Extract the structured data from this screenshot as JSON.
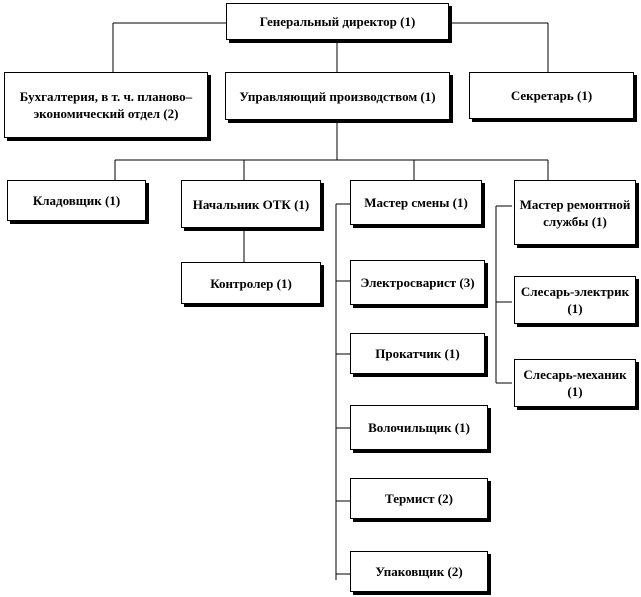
{
  "org_chart": {
    "general_director": "Генеральный директор (1)",
    "accounting": "Бухгалтерия,  в т. ч. планово–экономический отдел (2)",
    "production_manager": "Управляющий производством (1)",
    "secretary": "Секретарь (1)",
    "storekeeper": "Кладовщик (1)",
    "qc_head": "Начальник ОТК (1)",
    "controller": "Контролер (1)",
    "shift_master": "Мастер смены (1)",
    "repair_master": "Мастер ремонтной службы (1)",
    "electric_welder": "Электросварист (3)",
    "roller": "Прокатчик (1)",
    "wire_drawer": "Волочильщик (1)",
    "heat_treater": "Термист (2)",
    "packer": "Упаковщик (2)",
    "electrician_fitter": "Слесарь-электрик (1)",
    "mechanic_fitter": "Слесарь-механик (1)"
  }
}
